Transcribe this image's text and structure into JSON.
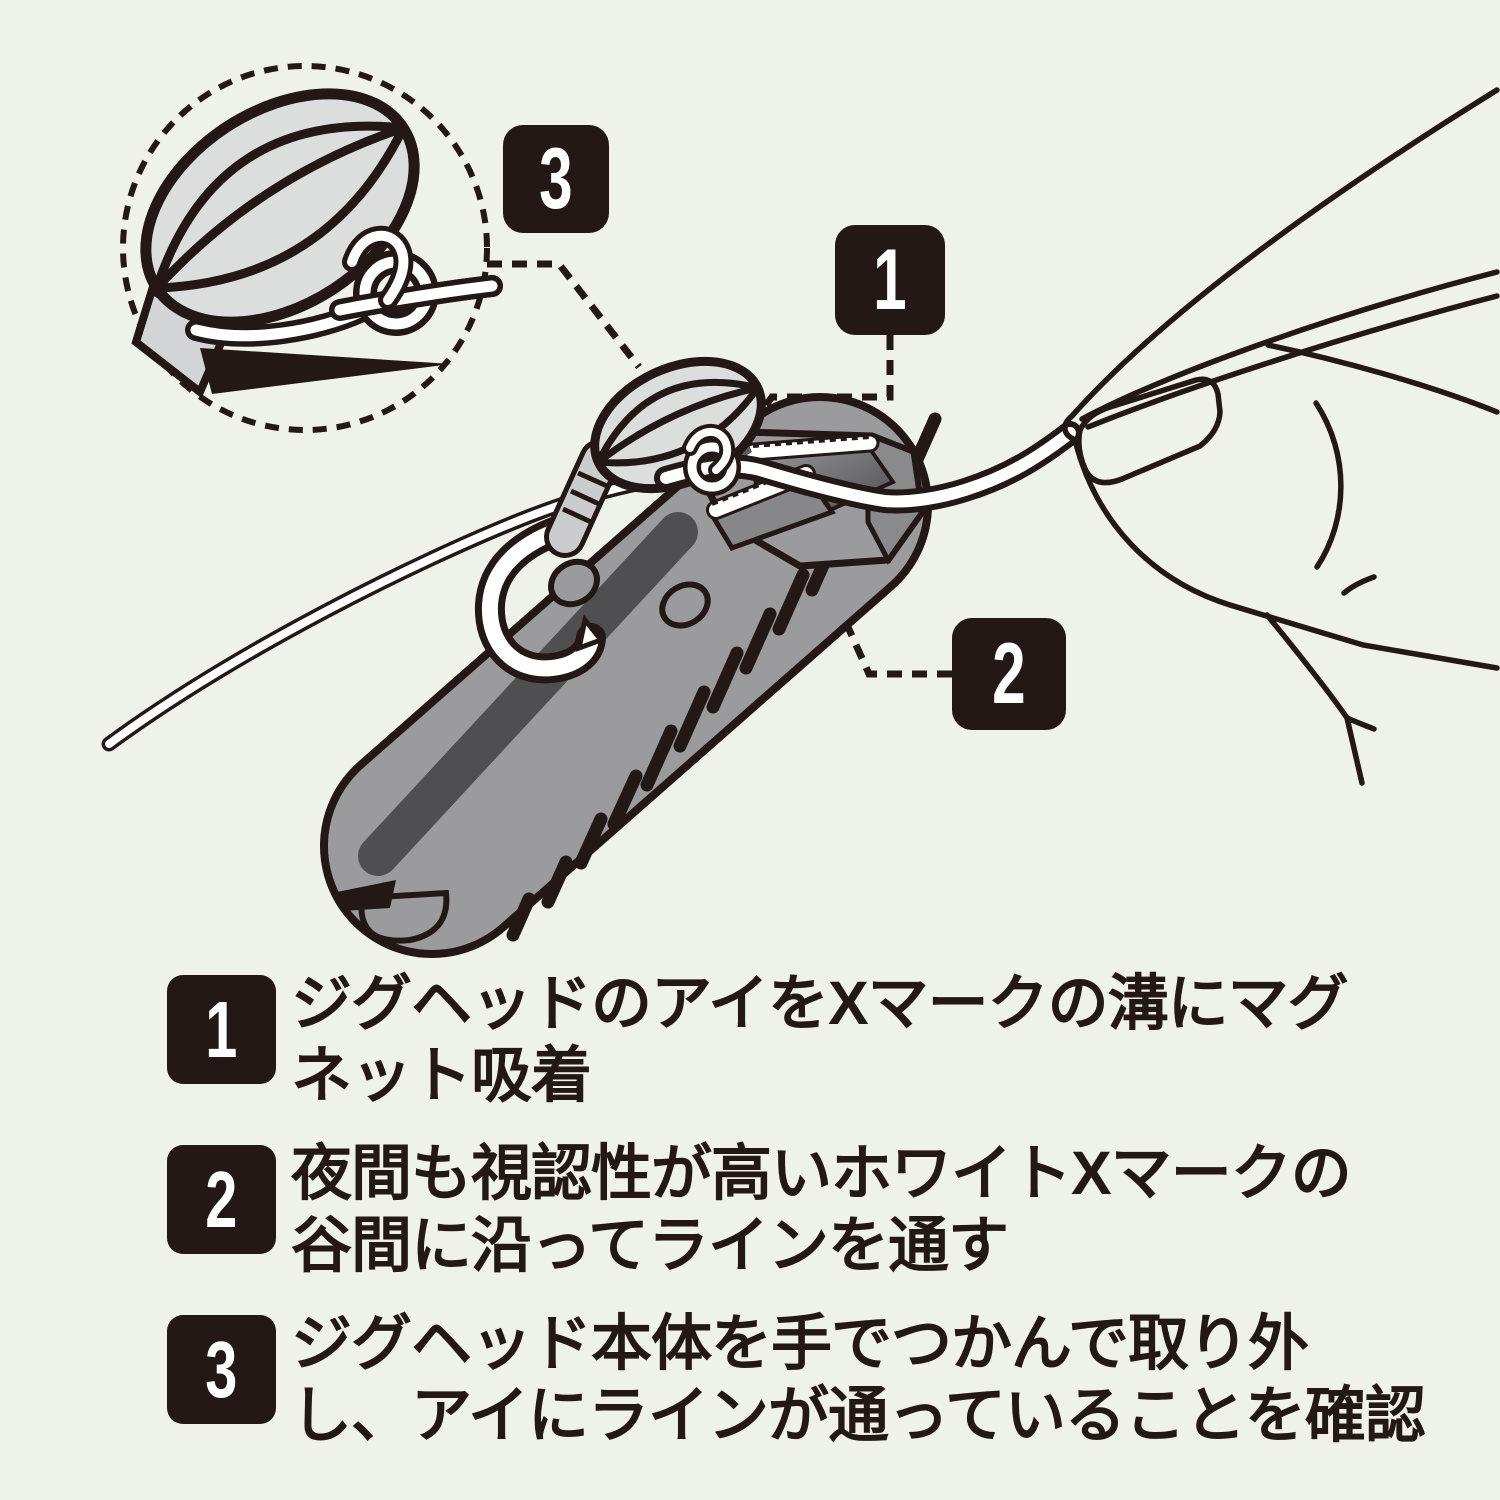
{
  "illustration": {
    "callouts": [
      {
        "id": "callout-1",
        "number": "1"
      },
      {
        "id": "callout-2",
        "number": "2"
      },
      {
        "id": "callout-3",
        "number": "3"
      }
    ]
  },
  "steps": [
    {
      "number": "1",
      "lines": [
        "ジグヘッドのアイをXマークの溝にマグ",
        "ネット吸着"
      ]
    },
    {
      "number": "2",
      "lines": [
        "夜間も視認性が高いホワイトXマークの",
        "谷間に沿ってラインを通す"
      ]
    },
    {
      "number": "3",
      "lines": [
        "ジグヘッド本体を手でつかんで取り外",
        "し、アイにラインが通っていることを確認"
      ]
    }
  ],
  "palette": {
    "background": "#eff1eb",
    "ink": "#231815",
    "tool_gray": "#9b9b9e",
    "tool_dark_groove": "#4f4f52",
    "jig_head_gray": "#dcdddd",
    "line_white": "#ffffff"
  }
}
